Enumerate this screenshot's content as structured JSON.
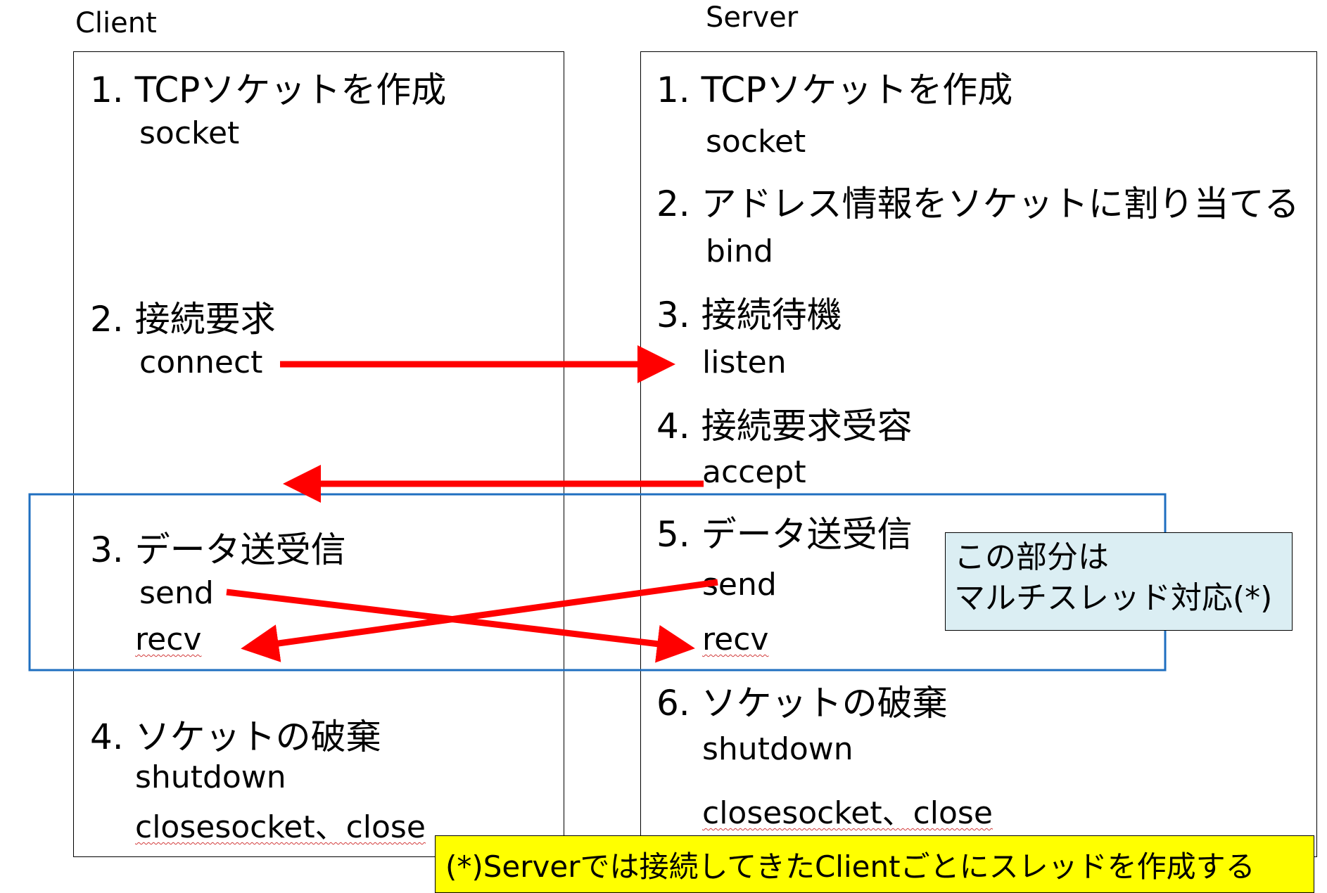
{
  "client": {
    "title": "Client",
    "steps": [
      {
        "label": "1. TCPソケットを作成",
        "funcs": [
          "socket"
        ]
      },
      {
        "label": "2. 接続要求",
        "funcs": [
          "connect"
        ]
      },
      {
        "label": "3. データ送受信",
        "funcs": [
          "send",
          "recv"
        ]
      },
      {
        "label": "4. ソケットの破棄",
        "funcs": [
          "shutdown",
          "closesocket、close"
        ]
      }
    ]
  },
  "server": {
    "title": "Server",
    "steps": [
      {
        "label": "1. TCPソケットを作成",
        "funcs": [
          "socket"
        ]
      },
      {
        "label": "2. アドレス情報をソケットに割り当てる",
        "funcs": [
          "bind"
        ]
      },
      {
        "label": "3. 接続待機",
        "funcs": [
          "listen"
        ]
      },
      {
        "label": "4. 接続要求受容",
        "funcs": [
          "accept"
        ]
      },
      {
        "label": "5. データ送受信",
        "funcs": [
          "send",
          "recv"
        ]
      },
      {
        "label": "6. ソケットの破棄",
        "funcs": [
          "shutdown",
          "closesocket、close"
        ]
      }
    ]
  },
  "callout": {
    "line1": "この部分は",
    "line2": "マルチスレッド対応(*)"
  },
  "footnote": "(*)Serverでは接続してきたClientごとにスレッドを作成する",
  "colors": {
    "arrow": "#ff0000",
    "highlight_box": "#1f6fc0",
    "callout_bg": "#dbeef3",
    "footnote_bg": "#ffff00"
  }
}
